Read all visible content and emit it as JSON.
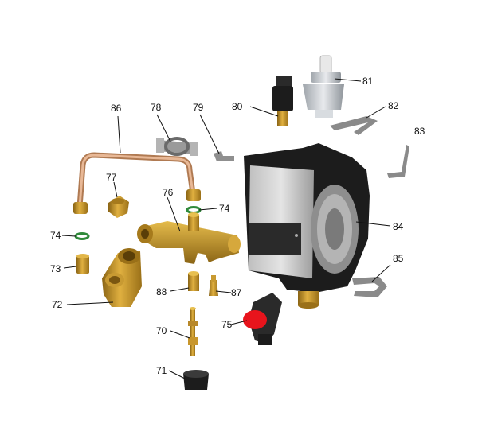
{
  "labels": {
    "l70": "70",
    "l71": "71",
    "l72": "72",
    "l73": "73",
    "l74a": "74",
    "l74b": "74",
    "l75": "75",
    "l76": "76",
    "l77": "77",
    "l78": "78",
    "l79": "79",
    "l80": "80",
    "l81": "81",
    "l82": "82",
    "l83": "83",
    "l84": "84",
    "l85": "85",
    "l86": "86",
    "l87": "87",
    "l88": "88"
  },
  "colors": {
    "brass": "#c8962c",
    "brass_dark": "#8a6414",
    "copper": "#d8a07a",
    "black": "#1c1c1c",
    "grey": "#a8a8a8",
    "grey_dark": "#6a6a6a",
    "green": "#2f8a3a",
    "red": "#e8141c",
    "silver": "#cfd3d8"
  }
}
